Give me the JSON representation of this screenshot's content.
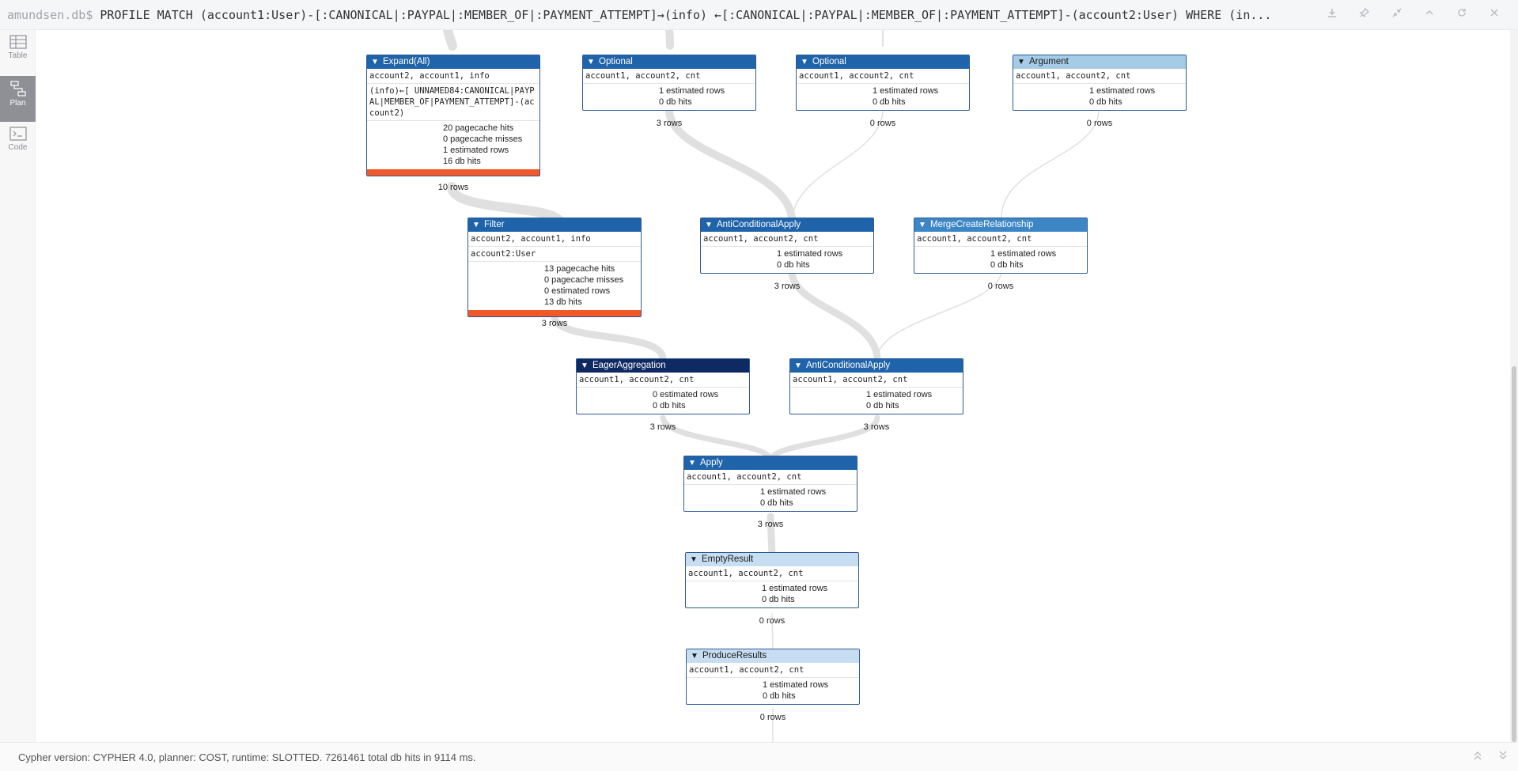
{
  "editor": {
    "prompt": "amundsen.db$",
    "query": "PROFILE MATCH (account1:User)-[:CANONICAL|:PAYPAL|:MEMBER_OF|:PAYMENT_ATTEMPT]→(info) ←[:CANONICAL|:PAYPAL|:MEMBER_OF|:PAYMENT_ATTEMPT]-(account2:User) WHERE (in..."
  },
  "top_actions": [
    "download-icon",
    "pin-icon",
    "collapse-icon",
    "chevron-up-icon",
    "refresh-icon",
    "close-icon"
  ],
  "sidebar": {
    "items": [
      {
        "label": "Table",
        "icon": "table-icon",
        "active": false
      },
      {
        "label": "Plan",
        "icon": "plan-icon",
        "active": true
      },
      {
        "label": "Code",
        "icon": "code-icon",
        "active": false
      }
    ]
  },
  "colors": {
    "dark": "#0f2a63",
    "blue": "#1f63aa",
    "mid": "#3d86c6",
    "light": "#a4cce6",
    "pale": "#c7ddf1",
    "hot": "#f1592a",
    "wire": "#e0e0e0"
  },
  "operators": {
    "expand_all": {
      "name": "Expand(All)",
      "identifiers": "account2, account1, info",
      "detail": "(info)←[ UNNAMED84:CANONICAL|PAYPAL|MEMBER_OF|PAYMENT_ATTEMPT]-(account2)",
      "stats": [
        "20 pagecache hits",
        "0 pagecache misses",
        "1 estimated rows",
        "16 db hits"
      ],
      "rows": "10 rows"
    },
    "optional_1": {
      "name": "Optional",
      "identifiers": "account1, account2, cnt",
      "stats": [
        "1 estimated rows",
        "0 db hits"
      ],
      "rows": "3 rows"
    },
    "optional_2": {
      "name": "Optional",
      "identifiers": "account1, account2, cnt",
      "stats": [
        "1 estimated rows",
        "0 db hits"
      ],
      "rows": "0 rows"
    },
    "argument": {
      "name": "Argument",
      "identifiers": "account1, account2, cnt",
      "stats": [
        "1 estimated rows",
        "0 db hits"
      ],
      "rows": "0 rows"
    },
    "filter": {
      "name": "Filter",
      "identifiers": "account2, account1, info",
      "detail": "account2:User",
      "stats": [
        "13 pagecache hits",
        "0 pagecache misses",
        "0 estimated rows",
        "13 db hits"
      ],
      "rows": "3 rows"
    },
    "anti_conditional_apply_1": {
      "name": "AntiConditionalApply",
      "identifiers": "account1, account2, cnt",
      "stats": [
        "1 estimated rows",
        "0 db hits"
      ],
      "rows": "3 rows"
    },
    "merge_create_relationship": {
      "name": "MergeCreateRelationship",
      "identifiers": "account1, account2, cnt",
      "stats": [
        "1 estimated rows",
        "0 db hits"
      ],
      "rows": "0 rows"
    },
    "eager_aggregation": {
      "name": "EagerAggregation",
      "identifiers": "account1, account2, cnt",
      "stats": [
        "0 estimated rows",
        "0 db hits"
      ],
      "rows": "3 rows"
    },
    "anti_conditional_apply_2": {
      "name": "AntiConditionalApply",
      "identifiers": "account1, account2, cnt",
      "stats": [
        "1 estimated rows",
        "0 db hits"
      ],
      "rows": "3 rows"
    },
    "apply": {
      "name": "Apply",
      "identifiers": "account1, account2, cnt",
      "stats": [
        "1 estimated rows",
        "0 db hits"
      ],
      "rows": "3 rows"
    },
    "empty_result": {
      "name": "EmptyResult",
      "identifiers": "account1, account2, cnt",
      "stats": [
        "1 estimated rows",
        "0 db hits"
      ],
      "rows": "0 rows"
    },
    "produce_results": {
      "name": "ProduceResults",
      "identifiers": "account1, account2, cnt",
      "stats": [
        "1 estimated rows",
        "0 db hits"
      ],
      "rows": "0 rows"
    }
  },
  "footer": {
    "summary": "Cypher version: CYPHER 4.0, planner: COST, runtime: SLOTTED. 7261461 total db hits in 9114 ms."
  }
}
